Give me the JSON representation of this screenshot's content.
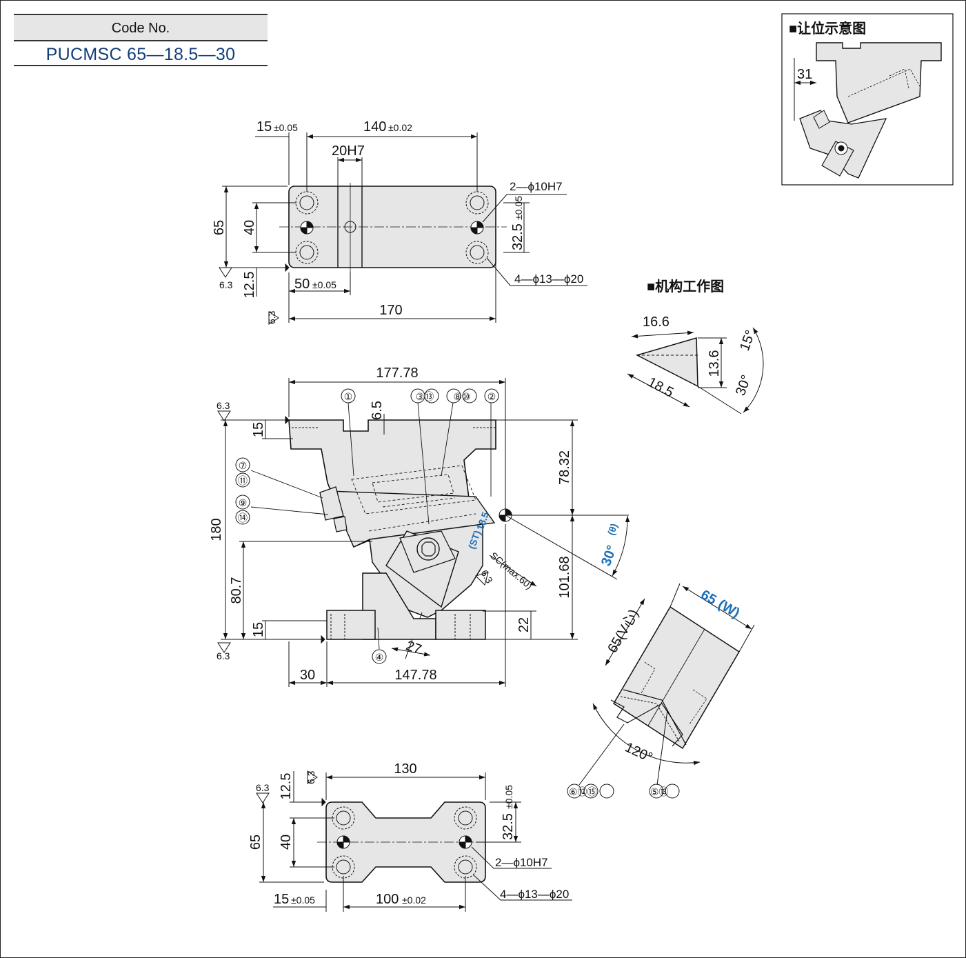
{
  "code_box": {
    "header": "Code No.",
    "value": "PUCMSC 65—18.5—30"
  },
  "top_view": {
    "dim_15": "15",
    "tol_15": "±0.05",
    "dim_140": "140",
    "tol_140": "±0.02",
    "dim_20h7": "20H7",
    "dim_65": "65",
    "dim_40": "40",
    "dim_12_5": "12.5",
    "dim_50": "50",
    "tol_50": "±0.05",
    "dim_170": "170",
    "dim_32_5": "32.5",
    "tol_32_5": "±0.05",
    "callout_pin": "2—ϕ10H7",
    "callout_holes": "4—ϕ13—ϕ20",
    "surface_1": "6.3",
    "surface_2": "6.3"
  },
  "front_view": {
    "dim_177_78": "177.78",
    "dim_6_5": "6.5",
    "dim_15_top": "15",
    "dim_78_32": "78.32",
    "dim_180": "180",
    "dim_80_7": "80.7",
    "dim_15_bottom": "15",
    "dim_101_68": "101.68",
    "dim_22": "22",
    "dim_27": "27",
    "dim_30": "30",
    "dim_147_78": "147.78",
    "stroke": "18.5",
    "stroke_label": "(ST)",
    "sc": "SC(max.60)",
    "angle": "30°",
    "angle_symbol": "(θ)",
    "surface_top": "6.3",
    "surface_bottom": "6.3",
    "surface_slide": "6.3",
    "parts": [
      "①",
      "③⑬",
      "⑧⑩",
      "②",
      "⑦",
      "⑪",
      "⑨",
      "⑭",
      "④"
    ]
  },
  "bottom_view": {
    "dim_130": "130",
    "dim_12_5": "12.5",
    "dim_65": "65",
    "dim_40": "40",
    "dim_32_5": "32.5",
    "tol_32_5": "±0.05",
    "dim_15": "15",
    "tol_15": "±0.05",
    "dim_100": "100",
    "tol_100": "±0.02",
    "callout_pin": "2—ϕ10H7",
    "callout_holes": "4—ϕ13—ϕ20",
    "surface_1": "6.3",
    "surface_2": "6.3"
  },
  "clearance_view": {
    "title": "■让位示意图",
    "dim_31": "31"
  },
  "mechanism_view": {
    "title": "■机构工作图",
    "dim_16_6": "16.6",
    "dim_13_6": "13.6",
    "dim_18_5": "18.5",
    "angle_15": "15°",
    "angle_30": "30°"
  },
  "v_view": {
    "width": "65",
    "width_label": "(W)",
    "v_dim": "65(V心)",
    "angle_120": "120°",
    "parts_left": "⑥⑫⑮",
    "parts_right": "⑤⑬"
  },
  "colors": {
    "ink": "#111111",
    "body_fill": "#e6e6e6",
    "blue": "#1c6fb8",
    "code_blue": "#123d7a"
  }
}
